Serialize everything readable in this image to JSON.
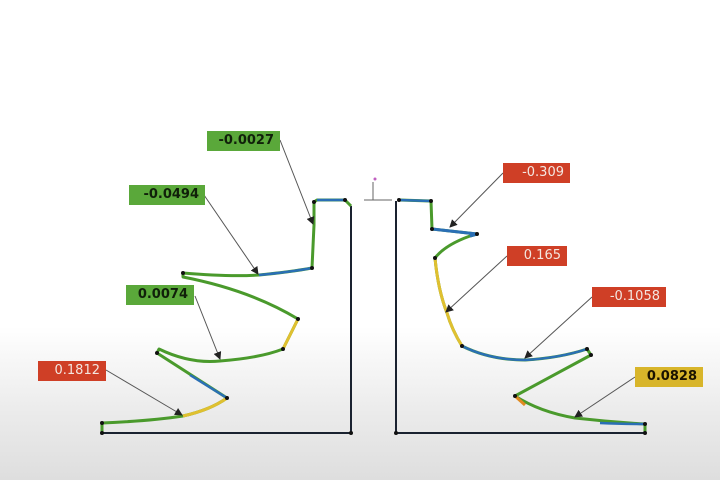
{
  "viewport": {
    "title": "Profile deviation view"
  },
  "colors": {
    "positive_high": "#cf3f26",
    "in_tolerance": "#5aa83a",
    "warning": "#d8b52a",
    "profile_blue": "#2a6fb5"
  },
  "annotations": [
    {
      "id": "left-top",
      "value": "-0.0027",
      "status": "in_tolerance"
    },
    {
      "id": "left-upper",
      "value": "-0.0494",
      "status": "in_tolerance"
    },
    {
      "id": "left-middle",
      "value": "0.0074",
      "status": "in_tolerance"
    },
    {
      "id": "left-bottom",
      "value": "0.1812",
      "status": "out_of_tolerance"
    },
    {
      "id": "right-top",
      "value": "-0.309",
      "status": "out_of_tolerance"
    },
    {
      "id": "right-upper",
      "value": "0.165",
      "status": "out_of_tolerance"
    },
    {
      "id": "right-middle",
      "value": "-0.1058",
      "status": "out_of_tolerance"
    },
    {
      "id": "right-bottom",
      "value": "0.0828",
      "status": "warning"
    }
  ]
}
